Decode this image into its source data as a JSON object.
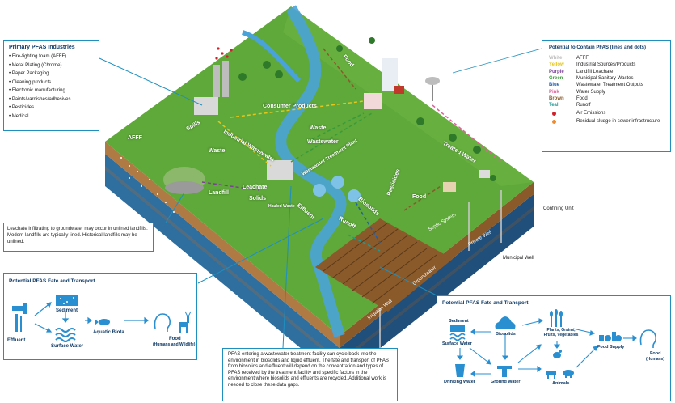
{
  "industries_box": {
    "title": "Primary PFAS Industries",
    "items": [
      "• Fire-fighting foam (AFFF)",
      "• Metal Plating (Chrome)",
      "• Paper Packaging",
      "• Cleaning products",
      "• Electronic manufacturing",
      "• Paints/varnishes/adhesives",
      "• Pesticides",
      "• Medical"
    ]
  },
  "legend": {
    "title": "Potential to Contain PFAS (lines and dots)",
    "rows": [
      {
        "color_name": "White",
        "color": "#bfbfbf",
        "desc": "AFFF"
      },
      {
        "color_name": "Yellow",
        "color": "#e6c619",
        "desc": "Industrial Sources/Products"
      },
      {
        "color_name": "Purple",
        "color": "#7b3f98",
        "desc": "Landfill Leachate"
      },
      {
        "color_name": "Green",
        "color": "#3a9a3a",
        "desc": "Municipal Sanitary Wastes"
      },
      {
        "color_name": "Blue",
        "color": "#1f5fb0",
        "desc": "Wastewater Treatment Outputs"
      },
      {
        "color_name": "Pink",
        "color": "#e0609a",
        "desc": "Water Supply"
      },
      {
        "color_name": "Brown",
        "color": "#8a5a2b",
        "desc": "Food"
      },
      {
        "color_name": "Teal",
        "color": "#1e9a94",
        "desc": "Runoff"
      }
    ],
    "dot_rows": [
      {
        "color": "#d0202a",
        "desc": "Air Emissions"
      },
      {
        "color": "#f08a30",
        "desc": "Residual sludge in sewer infrastructure"
      }
    ]
  },
  "map_labels": {
    "afff": "AFFF",
    "spills": "Spills",
    "waste": "Waste",
    "industrial_wastewater": "Industrial Wastewater",
    "consumer_products": "Consumer Products",
    "waste2": "Waste",
    "wastewater": "Wastewater",
    "wwtp": "Wastewater Treatment Plant",
    "landfill": "Landfill",
    "leachate": "Leachate",
    "solids": "Solids",
    "hauled_waste": "Hauled Waste",
    "effluent": "Effluent",
    "biosolids": "Biosolids",
    "runoff": "Runoff",
    "pesticides": "Pesticides",
    "food": "Food",
    "food2": "Food",
    "treated_water": "Treated Water",
    "septic_system": "Septic System",
    "private_well": "Private Well",
    "groundwater": "Groundwater",
    "irrigation_well": "Irrigation Well",
    "confining_unit": "Confining Unit",
    "municipal_well": "Municipal Well"
  },
  "leachate_note": "Leachate infiltrating to groundwater may occur in unlined landfills. Modern landfills are typically lined. Historical landfills may be unlined.",
  "fate_left": {
    "title": "Potential PFAS Fate and Transport",
    "nodes": {
      "effluent": "Effluent",
      "sediment": "Sediment",
      "surface_water": "Surface Water",
      "aquatic_biota": "Aquatic Biota",
      "food": "Food",
      "food_sub": "(Humans and Wildlife)"
    }
  },
  "wwtp_note": "PFAS entering a wastewater treatment facility can cycle back into the environment in biosolids and liquid effluent. The fate and transport of PFAS from biosolids and effluent will depend on the concentration and types of PFAS received by the treatment facility and specific factors in the environment where biosolids and effluents are recycled.  Additional work is needed to close these data gaps.",
  "fate_right": {
    "title": "Potential PFAS Fate and Transport",
    "nodes": {
      "sediment": "Sediment",
      "surface_water": "Surface Water",
      "biosolids": "Biosolids",
      "plants": "Plants, Grains, Fruits, Vegetables",
      "drinking_water": "Drinking Water",
      "ground_water": "Ground Water",
      "animals": "Animals",
      "food_supply": "Food Supply",
      "food": "Food",
      "food_sub": "(Humans)"
    }
  },
  "colors": {
    "box_border": "#1f8fbf",
    "title": "#0f3a66",
    "grass": "#5fa83a",
    "water": "#4aa3d8",
    "soil": "#b07a45",
    "aquifer": "#2f6f9f",
    "icon_blue": "#2a8fd0"
  }
}
